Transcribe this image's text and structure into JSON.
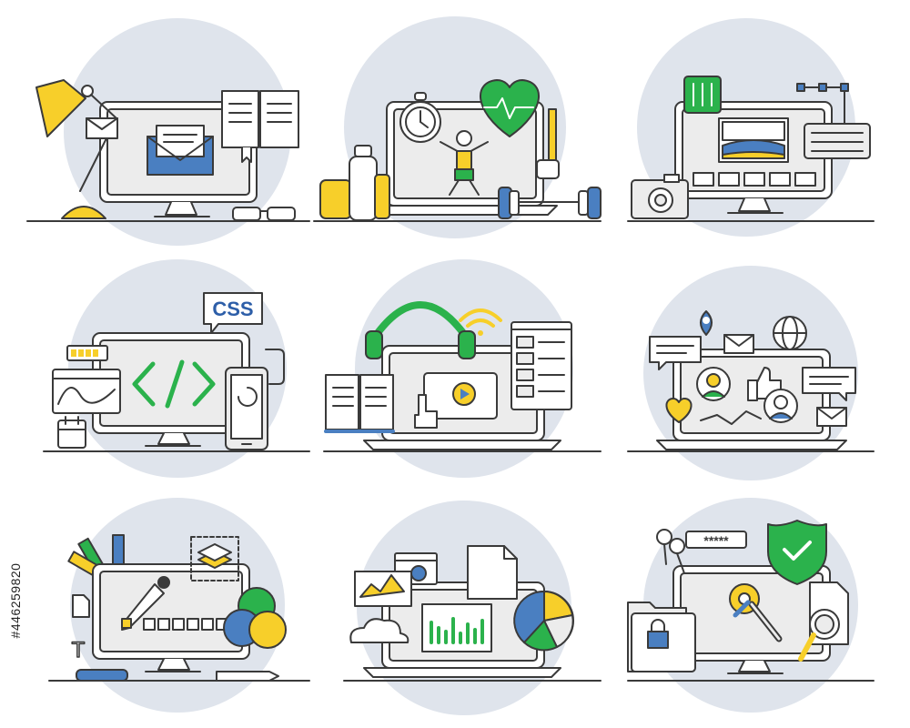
{
  "labels": {
    "css_badge": "CSS",
    "password_mask": "*****",
    "stock_id": "#446259820",
    "text_tool": "T"
  },
  "colors": {
    "outline": "#3a3a3a",
    "panel_fill": "#ececec",
    "backdrop_circle": "#dfe4ec",
    "accent_green": "#2bb24c",
    "accent_yellow": "#f7cf2a",
    "accent_blue": "#4a7fc1",
    "white": "#ffffff"
  },
  "scenes": [
    {
      "name": "email-workspace",
      "icons": [
        "desk-lamp-icon",
        "envelope-icon",
        "open-book-icon",
        "glasses-icon",
        "monitor-icon"
      ]
    },
    {
      "name": "fitness-workout",
      "icons": [
        "stopwatch-icon",
        "heart-pulse-icon",
        "water-bottle-icon",
        "dumbbell-icon",
        "measuring-tape-icon",
        "laptop-icon"
      ]
    },
    {
      "name": "photo-editing",
      "icons": [
        "sliders-icon",
        "image-icon",
        "camera-icon",
        "bezier-icon",
        "monitor-icon"
      ]
    },
    {
      "name": "web-development",
      "icons": [
        "css-badge-icon",
        "code-brackets-icon",
        "battery-icon",
        "calendar-icon",
        "phone-refresh-icon",
        "monitor-icon"
      ]
    },
    {
      "name": "online-learning",
      "icons": [
        "headphones-icon",
        "wifi-icon",
        "play-button-icon",
        "playlist-icon",
        "open-book-icon",
        "laptop-icon"
      ]
    },
    {
      "name": "social-network",
      "icons": [
        "location-pin-icon",
        "envelope-icon",
        "globe-icon",
        "chat-bubble-icon",
        "thumbs-up-icon",
        "heart-icon",
        "avatar-icon",
        "laptop-icon"
      ]
    },
    {
      "name": "graphic-design",
      "icons": [
        "eyedropper-icon",
        "color-wheel-icon",
        "layers-icon",
        "text-tool-icon",
        "pencil-icon",
        "monitor-icon"
      ]
    },
    {
      "name": "data-analytics",
      "icons": [
        "line-chart-icon",
        "bar-chart-icon",
        "pie-chart-icon",
        "cloud-icon",
        "gear-icon",
        "document-icon",
        "laptop-icon"
      ]
    },
    {
      "name": "cyber-security",
      "icons": [
        "shield-check-icon",
        "keys-icon",
        "password-field-icon",
        "padlock-folder-icon",
        "gear-wrench-icon",
        "magnifier-icon",
        "monitor-icon"
      ]
    }
  ]
}
